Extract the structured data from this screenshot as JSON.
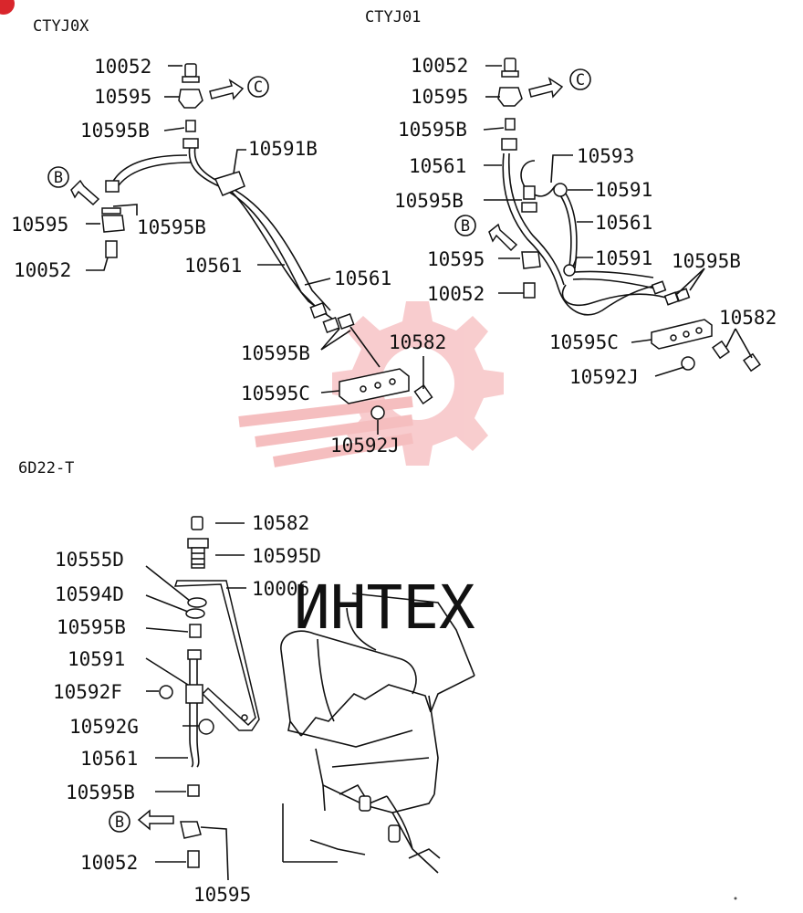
{
  "sections": {
    "left": "CTYJ0X",
    "right": "CTYJ01",
    "bottom": "6D22-T"
  },
  "callouts": {
    "b": "B",
    "c": "C"
  },
  "watermark": "ИНТЕХ",
  "left_labels": [
    "10052",
    "10595",
    "10595B",
    "10591B",
    "10595",
    "10595B",
    "10052",
    "10561",
    "10561",
    "10595B",
    "10582",
    "10595C",
    "10592J"
  ],
  "right_labels": [
    "10052",
    "10595",
    "10595B",
    "10561",
    "10593",
    "10591",
    "10595B",
    "10561",
    "10595",
    "10591",
    "10595B",
    "10052",
    "10582",
    "10595C",
    "10592J"
  ],
  "bottom_labels": [
    "10582",
    "10595D",
    "10555D",
    "10006",
    "10594D",
    "10595B",
    "10591",
    "10592F",
    "10592G",
    "10561",
    "10595B",
    "10052",
    "10595"
  ]
}
